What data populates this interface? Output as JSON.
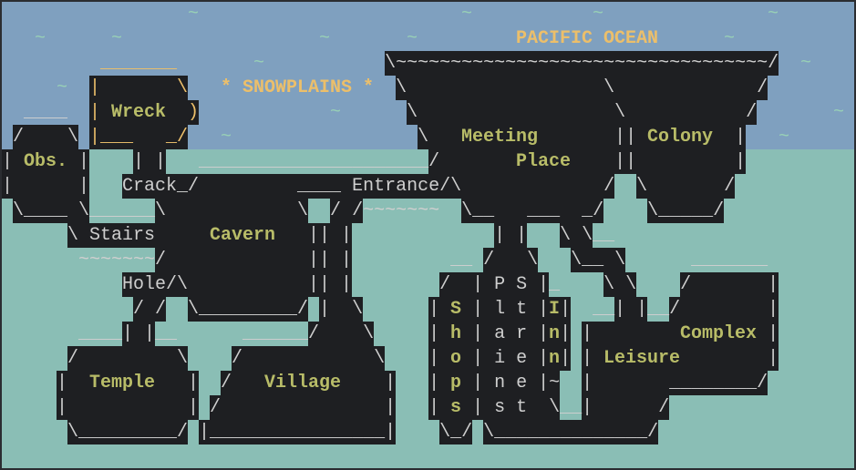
{
  "map": {
    "rows": [
      "                 ~                        ~           ~               ~",
      "   ~      ~                  ~       ~         PACIFIC OCEAN      ~",
      "         _______       ~           \\~~~~~~~~~~~~~~~~~~~~~~~~~~~~~~~~~~/  ~",
      "     ~  |       \\   * SNOWPLAINS *  \\                  \\             /",
      "  ____  | Wreck  )            ~      \\                  \\           /       ~",
      " /    \\ |___   _/   ~                 \\   Meeting       || Colony  |   ~",
      "| Obs. |    | |   _____________________/       Place    ||         |",
      "|      |   Crack_/         ____ Entrance/\\             /  \\       /",
      " \\____ \\______\\            \\  / /~~~~~~~  \\__   ___  _/    \\_____/",
      "      \\ Stairs     Cavern   || |             | |   \\ \\__",
      "       ~~~~~~~/             || |         __ /   \\   \\__ \\      _______",
      "           Hole/\\           || |        /  | P S |_    \\ \\    /       |",
      "            / /  \\_________/ |  \\      | S | l t |I|  __| |__/        |",
      "       ____| |__      ______/    \\     | h | a r |n| |        Complex |",
      "      /         \\    /            \\    | o | i e |n| | Leisure        |",
      "     |  Temple   |  /   Village    |   | p | n e |~  |       ________/",
      "     |           | /               |   | s | s t  \\__|      /",
      "      \\_________/ |________________|    \\_/ \\______________/",
      ""
    ]
  },
  "labels": {
    "locations": [
      "Obs.",
      "Wreck",
      "Meeting",
      "Place",
      "Colony",
      "Cavern",
      "Temple",
      "Village",
      "Complex",
      "Leisure"
    ],
    "regions": [
      "PACIFIC OCEAN",
      "* SNOWPLAINS *"
    ],
    "paths": [
      "Crack",
      "Entrance",
      "Stairs",
      "Hole"
    ]
  },
  "colors": {
    "sky": "#7fa0bf",
    "land": "#8abeb5",
    "room_fill": "#1e1f22",
    "location_label": "#b8bc68",
    "region_label": "#ecbf6a",
    "text": "#cfcfcf"
  }
}
